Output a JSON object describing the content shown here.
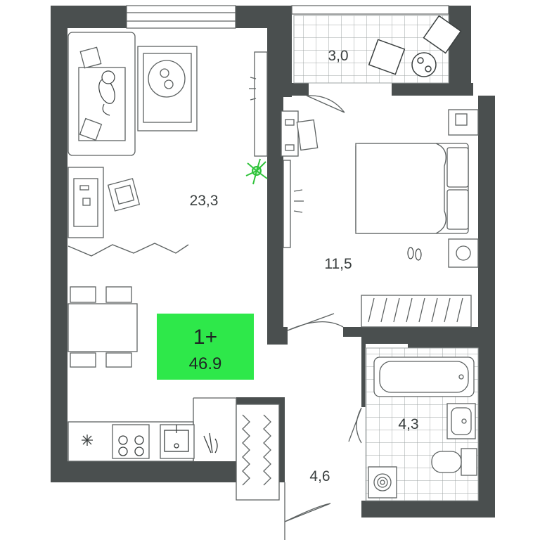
{
  "plan": {
    "unit_type": "1+",
    "total_area": "46.9"
  },
  "rooms": {
    "living": "23,3",
    "balcony": "3,0",
    "bedroom": "11,5",
    "bathroom": "4,3",
    "hall": "4,6"
  },
  "colors": {
    "wall": "#4a4f4f",
    "badge": "#2ee84a",
    "line": "#5d6262",
    "plant": "#2fc23a"
  }
}
